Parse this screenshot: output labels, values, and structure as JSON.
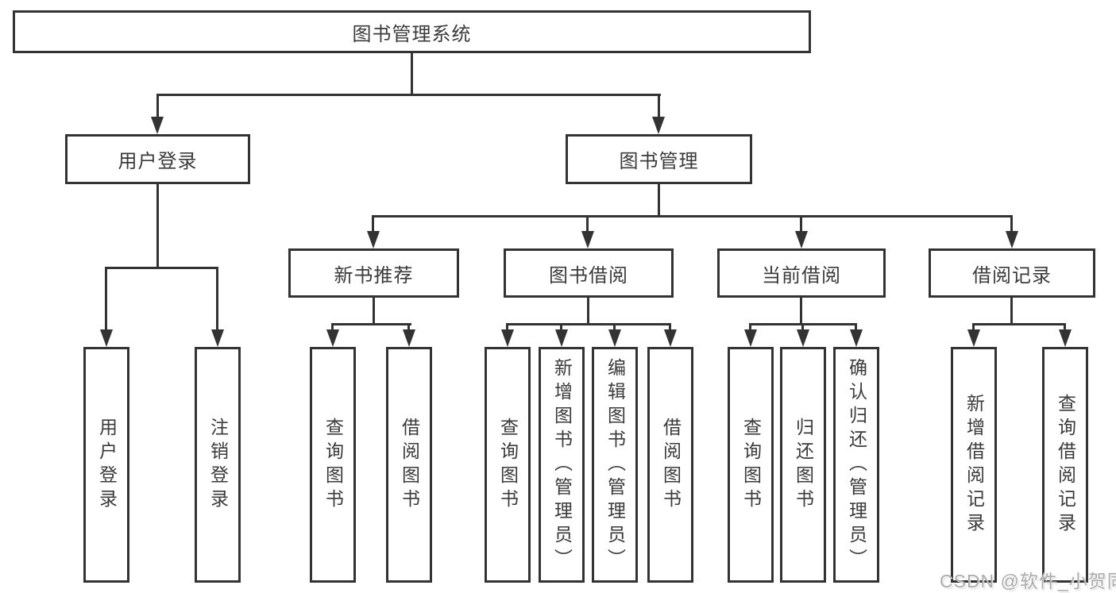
{
  "tree": {
    "root": {
      "label": "图书管理系统",
      "children": [
        {
          "label": "用户登录",
          "children": [
            {
              "label": "用户登录"
            },
            {
              "label": "注销登录"
            }
          ]
        },
        {
          "label": "图书管理",
          "children": [
            {
              "label": "新书推荐",
              "children": [
                {
                  "label": "查询图书"
                },
                {
                  "label": "借阅图书"
                }
              ]
            },
            {
              "label": "图书借阅",
              "children": [
                {
                  "label": "查询图书"
                },
                {
                  "label": "新增图书（管理员）"
                },
                {
                  "label": "编辑图书（管理员）"
                },
                {
                  "label": "借阅图书"
                }
              ]
            },
            {
              "label": "当前借阅",
              "children": [
                {
                  "label": "查询图书"
                },
                {
                  "label": "归还图书"
                },
                {
                  "label": "确认归还（管理员）"
                }
              ]
            },
            {
              "label": "借阅记录",
              "children": [
                {
                  "label": "新增借阅记录"
                },
                {
                  "label": "查询借阅记录"
                }
              ]
            }
          ]
        }
      ]
    }
  },
  "watermark": {
    "text": "CSDN @软件_小贺同学"
  },
  "colors": {
    "line": "#333333",
    "box_border": "#333333",
    "text": "#3a3a3a",
    "watermark": "#ababab",
    "background": "#ffffff"
  }
}
